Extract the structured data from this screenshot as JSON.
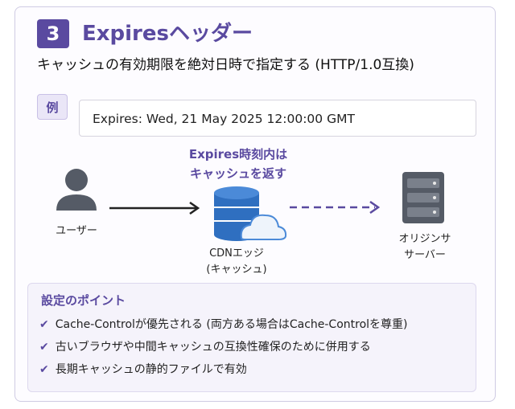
{
  "header": {
    "number": "3",
    "title": "Expiresヘッダー",
    "subtitle": "キャッシュの有効期限を絶対日時で指定する (HTTP/1.0互換)"
  },
  "example": {
    "tag": "例",
    "code": "Expires: Wed, 21 May 2025 12:00:00 GMT"
  },
  "diagram": {
    "cdn_note_line1": "Expires時刻内は",
    "cdn_note_line2": "キャッシュを返す",
    "user_label": "ユーザー",
    "cdn_label_line1": "CDNエッジ",
    "cdn_label_line2": "(キャッシュ)",
    "origin_label_line1": "オリジンサ",
    "origin_label_line2": "サーバー"
  },
  "points": {
    "title": "設定のポイント",
    "items": [
      "Cache-Controlが優先される (両方ある場合はCache-Controlを尊重)",
      "古いブラウザや中間キャッシュの互換性確保のために併用する",
      "長期キャッシュの静的ファイルで有効"
    ]
  },
  "colors": {
    "accent": "#5a4aa0",
    "icon_gray": "#555b66",
    "cdn_blue": "#2f6fc0"
  }
}
